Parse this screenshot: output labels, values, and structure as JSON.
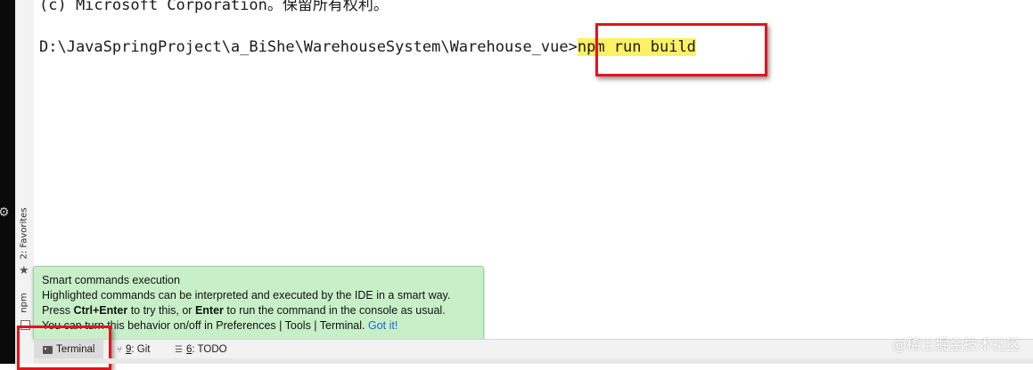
{
  "terminal": {
    "line1": "(c) Microsoft Corporation。保留所有权利。",
    "prompt": "D:\\JavaSpringProject\\a_BiShe\\WarehouseSystem\\Warehouse_vue>",
    "command": "npm run build"
  },
  "side_stripe": {
    "favorites_label": "2: Favorites",
    "npm_label": "npm"
  },
  "tooltip": {
    "title": "Smart commands execution",
    "line1": "Highlighted commands can be interpreted and executed by the IDE in a smart way.",
    "line2_pre": "Press ",
    "line2_key1": "Ctrl+Enter",
    "line2_mid": " to try this, or ",
    "line2_key2": "Enter",
    "line2_post": " to run the command in the console as usual.",
    "line3": "You can turn this behavior on/off in Preferences | Tools | Terminal. ",
    "link": "Got it!"
  },
  "bottom_tabs": {
    "terminal": "Terminal",
    "git_num": "9",
    "git_label": ": Git",
    "todo_num": "6",
    "todo_label": ": TODO"
  },
  "watermark": "@稀土掘金技术社区",
  "colors": {
    "highlight_red": "#e3141c",
    "command_highlight": "#fdf064",
    "tooltip_bg": "#c8f0c8",
    "link": "#2167c7"
  }
}
